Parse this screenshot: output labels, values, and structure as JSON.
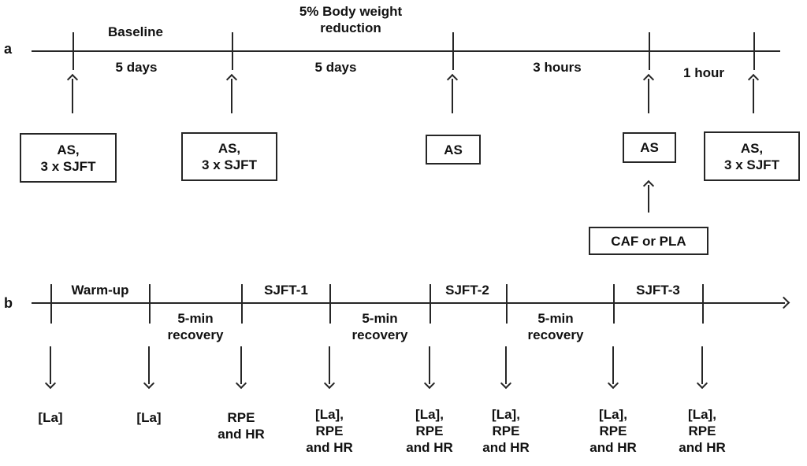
{
  "figure": {
    "background": "#ffffff",
    "line_color": "#262626",
    "text_color": "#111111"
  },
  "panel_a": {
    "label": "a",
    "above_labels": {
      "baseline": "Baseline",
      "weight_reduction": "5% Body weight\nreduction"
    },
    "below_labels": {
      "seg1": "5 days",
      "seg2": "5 days",
      "seg3": "3 hours",
      "seg4": "1 hour"
    },
    "boxes": [
      "AS,\n3 x SJFT",
      "AS,\n3 x SJFT",
      "AS",
      "AS",
      "AS,\n3 x SJFT"
    ],
    "supplement": "CAF or PLA"
  },
  "panel_b": {
    "label": "b",
    "above_labels": [
      "Warm-up",
      "SJFT-1",
      "SJFT-2",
      "SJFT-3"
    ],
    "below_labels": [
      "5-min\nrecovery",
      "5-min\nrecovery",
      "5-min\nrecovery"
    ],
    "measurements": [
      "[La]",
      "[La]",
      "RPE\nand HR",
      "[La],\nRPE\nand HR",
      "[La],\nRPE\nand HR",
      "[La],\nRPE\nand HR",
      "[La],\nRPE\nand HR",
      "[La],\nRPE\nand HR"
    ]
  }
}
